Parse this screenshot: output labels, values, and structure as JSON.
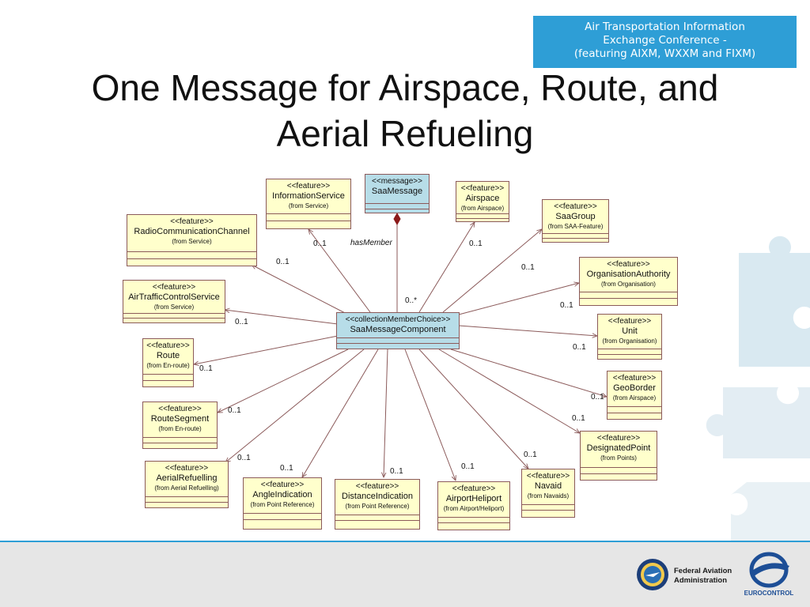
{
  "banner": {
    "line1": "Air Transportation Information",
    "line2": "Exchange Conference -",
    "line3": "(featuring AIXM, WXXM and FIXM)"
  },
  "title": {
    "line1": "One Message for Airspace, Route, and",
    "line2": "Aerial Refueling"
  },
  "diagram": {
    "message": {
      "stereotype": "<<message>>",
      "name": "SaaMessage"
    },
    "central": {
      "stereotype": "<<collectionMemberChoice>>",
      "name": "SaaMessageComponent"
    },
    "role_name": "hasMember",
    "central_multiplicity": "0..*",
    "features": [
      {
        "stereotype": "<<feature>>",
        "name": "InformationService",
        "from": "(from Service)",
        "multiplicity": "0..1"
      },
      {
        "stereotype": "<<feature>>",
        "name": "Airspace",
        "from": "(from Airspace)",
        "multiplicity": "0..1"
      },
      {
        "stereotype": "<<feature>>",
        "name": "SaaGroup",
        "from": "(from SAA-Feature)",
        "multiplicity": "0..1"
      },
      {
        "stereotype": "<<feature>>",
        "name": "RadioCommunicationChannel",
        "from": "(from Service)",
        "multiplicity": "0..1"
      },
      {
        "stereotype": "<<feature>>",
        "name": "OrganisationAuthority",
        "from": "(from Organisation)",
        "multiplicity": "0..1"
      },
      {
        "stereotype": "<<feature>>",
        "name": "AirTrafficControlService",
        "from": "(from Service)",
        "multiplicity": "0..1"
      },
      {
        "stereotype": "<<feature>>",
        "name": "Unit",
        "from": "(from Organisation)",
        "multiplicity": "0..1"
      },
      {
        "stereotype": "<<feature>>",
        "name": "Route",
        "from": "(from En-route)",
        "multiplicity": "0..1"
      },
      {
        "stereotype": "<<feature>>",
        "name": "GeoBorder",
        "from": "(from Airspace)",
        "multiplicity": "0..1"
      },
      {
        "stereotype": "<<feature>>",
        "name": "RouteSegment",
        "from": "(from En-route)",
        "multiplicity": "0..1"
      },
      {
        "stereotype": "<<feature>>",
        "name": "DesignatedPoint",
        "from": "(from Points)",
        "multiplicity": "0..1"
      },
      {
        "stereotype": "<<feature>>",
        "name": "AerialRefuelling",
        "from": "(from Aerial Refuelling)",
        "multiplicity": "0..1"
      },
      {
        "stereotype": "<<feature>>",
        "name": "AngleIndication",
        "from": "(from Point Reference)",
        "multiplicity": "0..1"
      },
      {
        "stereotype": "<<feature>>",
        "name": "DistanceIndication",
        "from": "(from Point Reference)",
        "multiplicity": "0..1"
      },
      {
        "stereotype": "<<feature>>",
        "name": "AirportHeliport",
        "from": "(from Airport/Heliport)",
        "multiplicity": "0..1"
      },
      {
        "stereotype": "<<feature>>",
        "name": "Navaid",
        "from": "(from Navaids)",
        "multiplicity": "0..1"
      }
    ]
  },
  "footer": {
    "faa_line1": "Federal Aviation",
    "faa_line2": "Administration",
    "eurocontrol": "EUROCONTROL"
  },
  "colors": {
    "banner": "#2e9ed6",
    "box_fill": "#ffffcc",
    "message_fill": "#b7dde8",
    "line": "#8b5a5a",
    "footer": "#e6e6e6"
  }
}
